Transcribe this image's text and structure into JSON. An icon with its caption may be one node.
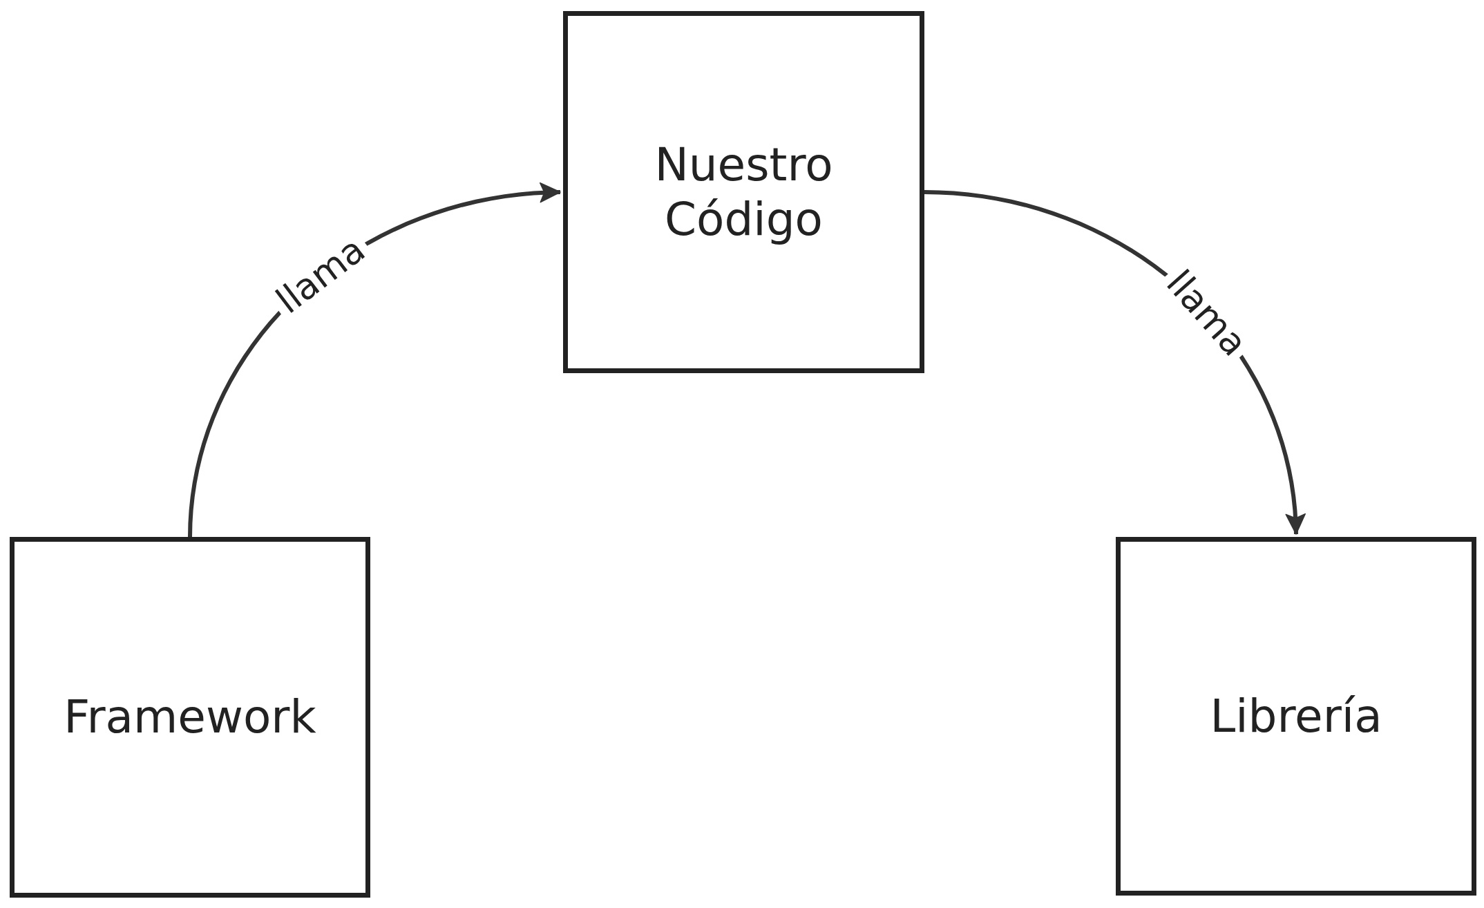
{
  "diagram": {
    "nodes": [
      {
        "text": [
          "Nuestro Código"
        ]
      },
      {
        "text": [
          "Framework"
        ]
      },
      {
        "text": [
          "Librería"
        ]
      }
    ],
    "edges": [
      {
        "from": 1,
        "to": 0,
        "arrow": "to",
        "label": "llama"
      },
      {
        "from": 0,
        "to": 2,
        "arrow": "to",
        "label": "llama"
      }
    ]
  }
}
